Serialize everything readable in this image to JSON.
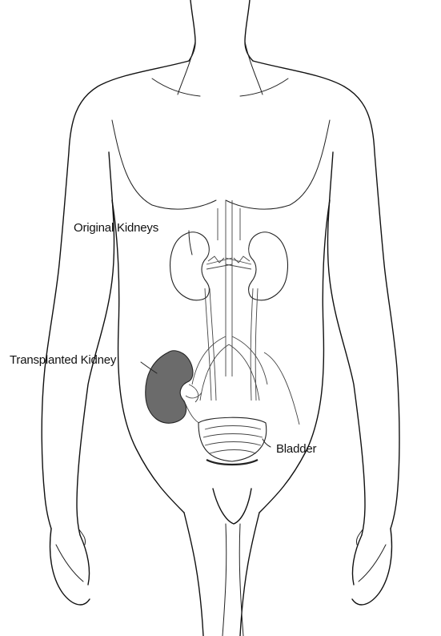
{
  "labels": {
    "original_kidneys": "Original Kidneys",
    "transplanted_kidney": "Transplanted Kidney",
    "bladder": "Bladder"
  },
  "colors": {
    "outline": "#111111",
    "transplanted_kidney_fill": "#6b6b6b",
    "background": "#ffffff"
  }
}
